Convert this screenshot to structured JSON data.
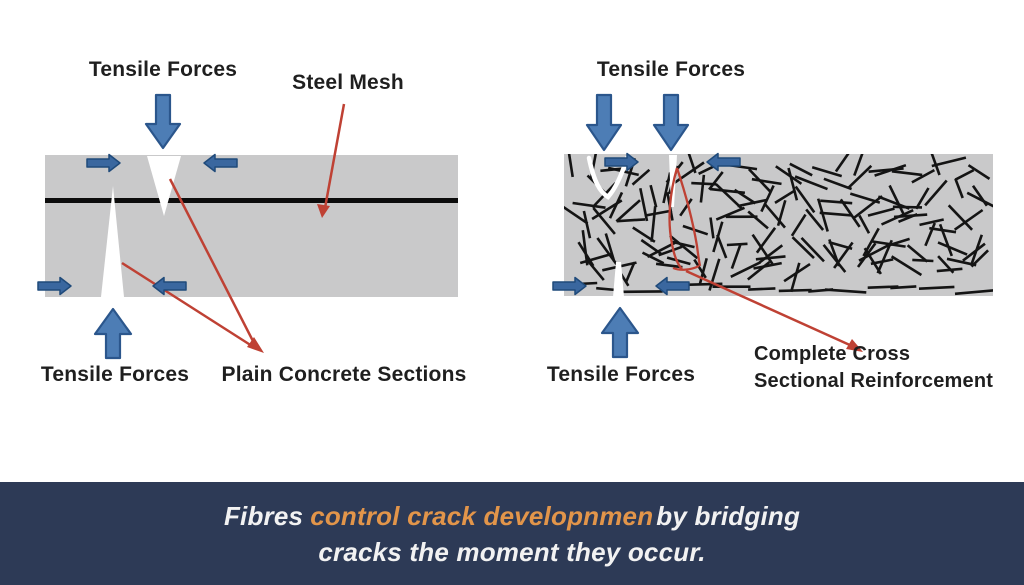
{
  "labels": {
    "left_top_tensile": "Tensile Forces",
    "steel_mesh": "Steel Mesh",
    "left_bottom_tensile": "Tensile Forces",
    "plain_concrete": "Plain Concrete Sections",
    "right_top_tensile": "Tensile Forces",
    "right_bottom_tensile": "Tensile Forces",
    "complete_cross_line1": "Complete Cross",
    "complete_cross_line2": "Sectional Reinforcement"
  },
  "banner": {
    "line1_prefix": "Fibres",
    "line1_highlight": "control crack developnmen",
    "line1_suffix": "by bridging",
    "line2": "cracks the moment they occur.",
    "background": "#2d3a56",
    "text_color": "#f2f2f2",
    "highlight_color": "#e2954a"
  },
  "colors": {
    "concrete_gray": "#c9c9ca",
    "steel_mesh_black": "#0c0c0c",
    "arrow_blue_fill": "#4d7db5",
    "arrow_blue_stroke": "#2b568c",
    "small_arrow_fill": "#3a679f",
    "small_arrow_stroke": "#1f4a7a",
    "annotation_red": "#bf4134",
    "fiber_black": "#141414",
    "crack_white": "#ffffff"
  },
  "fibers": {
    "seed": 7,
    "grid_cols": 15,
    "grid_rows": 5,
    "passes": 2,
    "bottom_row_count": 14
  }
}
